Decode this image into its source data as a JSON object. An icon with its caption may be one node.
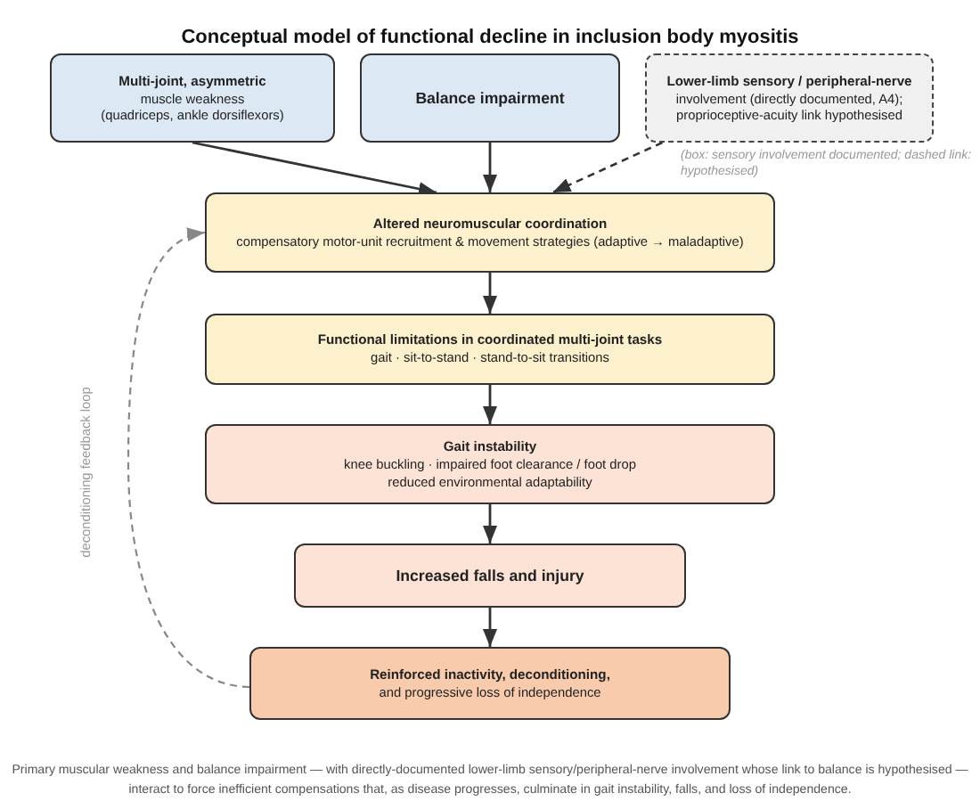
{
  "diagram": {
    "title": "Conceptual model of functional decline in inclusion body myositis",
    "nodes": [
      {
        "text": [
          "Multi-joint, asymmetric",
          "muscle weakness",
          "(quadriceps, ankle dorsiflexors)"
        ]
      },
      {
        "text": [
          "Balance impairment"
        ]
      },
      {
        "text": [
          "Lower-limb sensory / peripheral-nerve",
          "involvement (directly documented, A4); proprioceptive-acuity link hypothesised"
        ]
      },
      {
        "text": [
          "Altered neuromuscular coordination",
          "compensatory motor-unit recruitment & movement strategies (adaptive → maladaptive)"
        ]
      },
      {
        "text": [
          "Functional limitations in coordinated multi-joint tasks",
          "gait · sit-to-stand · stand-to-sit transitions"
        ]
      },
      {
        "text": [
          "Gait instability",
          "knee buckling · impaired foot clearance / foot drop",
          "reduced environmental adaptability"
        ]
      },
      {
        "text": [
          "Increased falls and injury"
        ]
      },
      {
        "text": [
          "Reinforced inactivity, deconditioning,",
          "and progressive loss of independence"
        ]
      }
    ],
    "edges": [
      {
        "from": 0,
        "to": 3,
        "arrow": "to"
      },
      {
        "from": 1,
        "to": 3,
        "arrow": "to"
      },
      {
        "from": 2,
        "to": 3,
        "arrow": "to",
        "style": "dashed"
      },
      {
        "from": 3,
        "to": 4,
        "arrow": "to"
      },
      {
        "from": 4,
        "to": 5,
        "arrow": "to"
      },
      {
        "from": 5,
        "to": 6,
        "arrow": "to"
      },
      {
        "from": 6,
        "to": 7,
        "arrow": "to"
      },
      {
        "from": 7,
        "to": 3,
        "arrow": "to",
        "style": "dashed",
        "color": "#888888",
        "label": "deconditioning feedback loop"
      }
    ],
    "labels": [
      "(box: sensory involvement documented; dashed link: hypothesised)"
    ],
    "caption": "Primary muscular weakness and balance impairment — with directly-documented lower-limb sensory/peripheral-nerve involvement whose link to balance is hypothesised — interact to force inefficient compensations that, as disease progresses, culminate in gait instability, falls, and loss of independence."
  }
}
